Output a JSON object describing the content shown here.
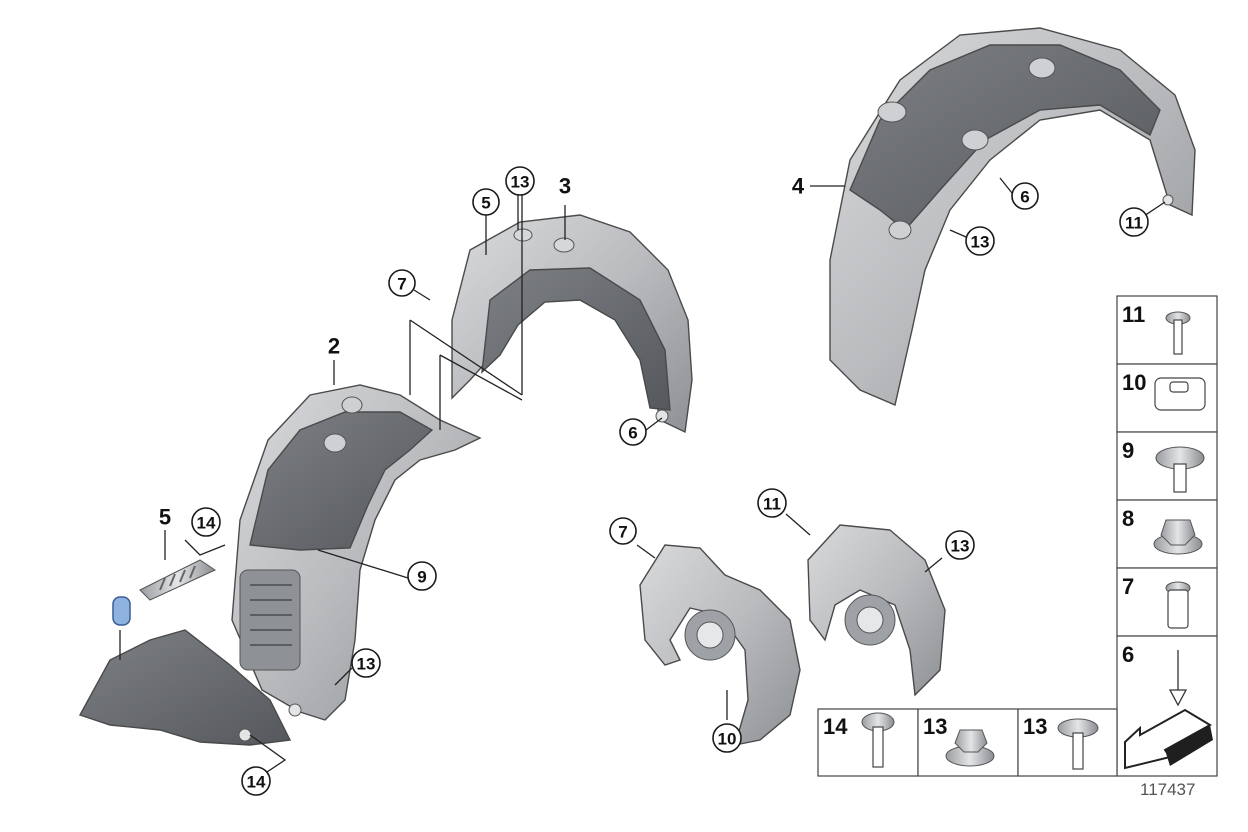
{
  "diagram": {
    "reference_number": "117437",
    "callouts": {
      "c13_top": "13",
      "c3": "3",
      "c5_top": "5",
      "c7_top": "7",
      "c2": "2",
      "c6_mid": "6",
      "c4": "4",
      "c6_right": "6",
      "c13_right": "13",
      "c11_right": "11",
      "c5_left": "5",
      "c14_left": "14",
      "c9": "9",
      "c13_lower": "13",
      "c14_bottom": "14",
      "c7_brake": "7",
      "c11_brake": "11",
      "c13_brake": "13",
      "c10": "10"
    },
    "legend_vertical": [
      "11",
      "10",
      "9",
      "8",
      "7",
      "6"
    ],
    "legend_bottom": [
      "14",
      "13",
      "13"
    ]
  },
  "colors": {
    "part_fill": "#bfc1c4",
    "part_dark": "#6f7276",
    "highlight_clip": "#8fb3e0"
  }
}
